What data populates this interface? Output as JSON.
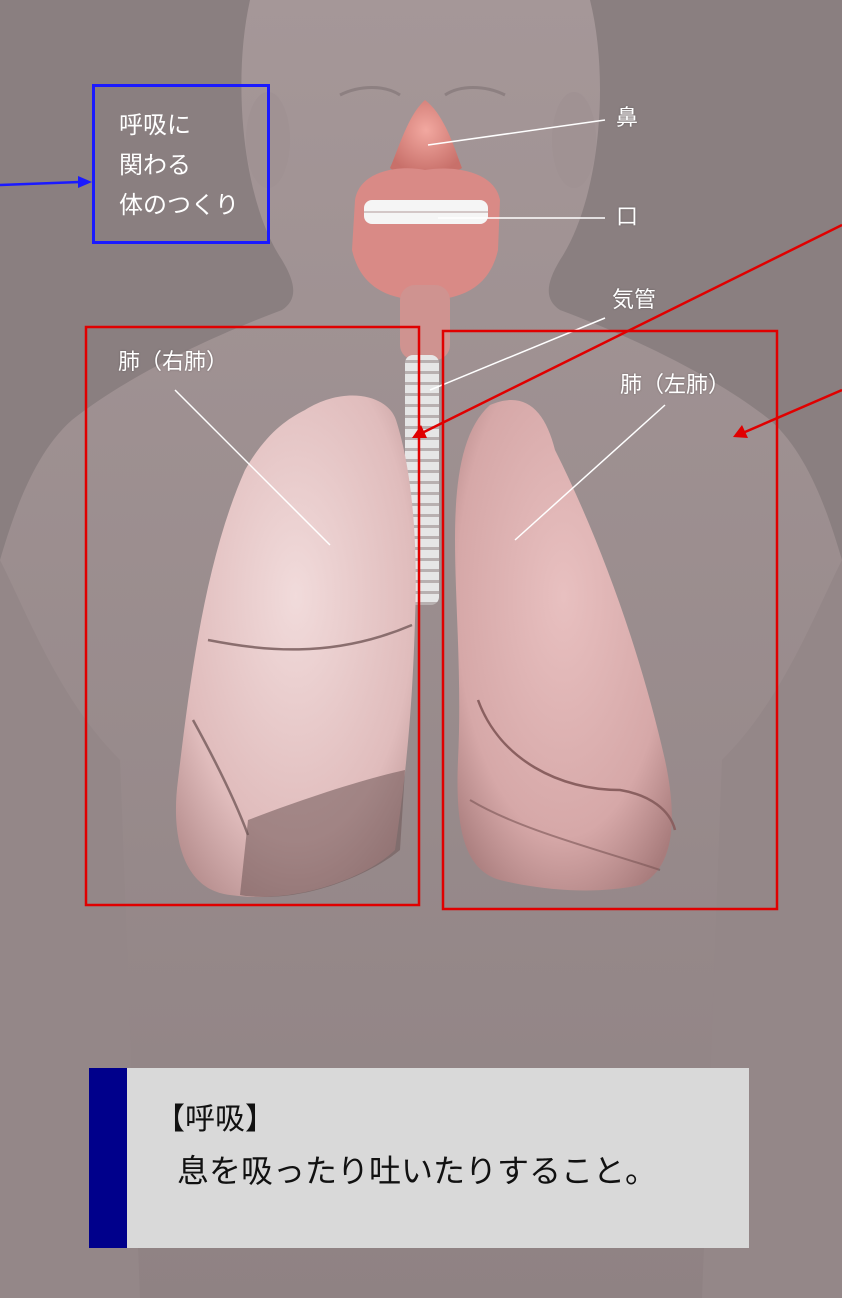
{
  "title_box": {
    "lines": [
      "呼吸に",
      "関わる",
      "体のつくり"
    ]
  },
  "labels": {
    "nose": "鼻",
    "mouth": "口",
    "trachea": "気管",
    "right_lung": "肺（右肺）",
    "left_lung": "肺（左肺）"
  },
  "info": {
    "title": "【呼吸】",
    "text": "息を吸ったり吐いたりすること。"
  },
  "colors": {
    "background": "#8a7f80",
    "body": "#9a8d8e",
    "lung": "#e8c3c3",
    "title_border": "#1a1aff",
    "highlight_border": "#e00000",
    "info_bar": "#00008b",
    "info_bg": "#d9d9d9"
  }
}
